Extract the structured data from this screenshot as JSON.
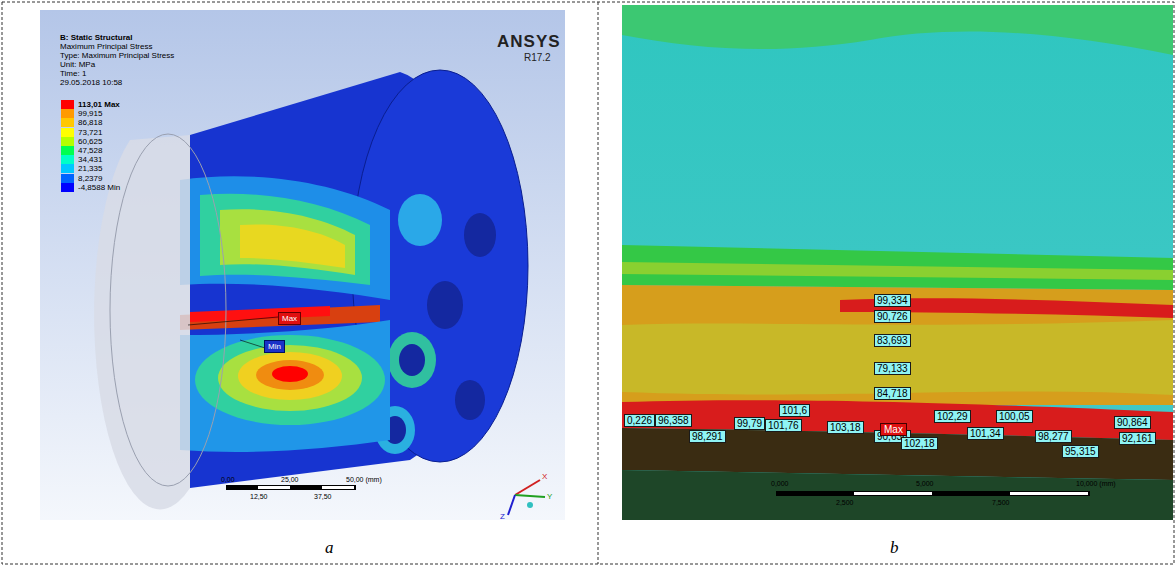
{
  "diagram": {
    "labels": [
      "B: Static Structural",
      "Maximum Principal Stress",
      "Type: Maximum Principal Stress",
      "Unit: MPa",
      "Time: 1",
      "29.05.2018 10:58",
      "ANSYS",
      "R17.2",
      "Max",
      "Min",
      "0,00",
      "25,00",
      "50,00 (mm)",
      "12,50",
      "37,50",
      "X",
      "Y",
      "Z",
      "a",
      "99,334",
      "90,726",
      "83,693",
      "79,133",
      "84,718",
      "90,636",
      "101,6",
      "102,29",
      "100,05",
      "90,864",
      "0,226",
      "96,358",
      "99,79",
      "101,76",
      "103,18",
      "Max",
      "101,34",
      "98,277",
      "92,161",
      "98,291",
      "102,18",
      "95,315",
      "0,000",
      "5,000",
      "10,000 (mm)",
      "2,500",
      "7,500",
      "b"
    ],
    "legend": [
      {
        "text": "113,01 Max",
        "color": "#ff0000"
      },
      {
        "text": "99,915",
        "color": "#ff9a00"
      },
      {
        "text": "86,818",
        "color": "#ffc800"
      },
      {
        "text": "73,721",
        "color": "#ffff00"
      },
      {
        "text": "60,625",
        "color": "#b4ff00"
      },
      {
        "text": "47,528",
        "color": "#00ff50"
      },
      {
        "text": "34,431",
        "color": "#00ffc8"
      },
      {
        "text": "21,335",
        "color": "#00c8ff"
      },
      {
        "text": "8,2379",
        "color": "#0064ff"
      },
      {
        "text": "-4,8588 Min",
        "color": "#0000ff"
      }
    ]
  }
}
